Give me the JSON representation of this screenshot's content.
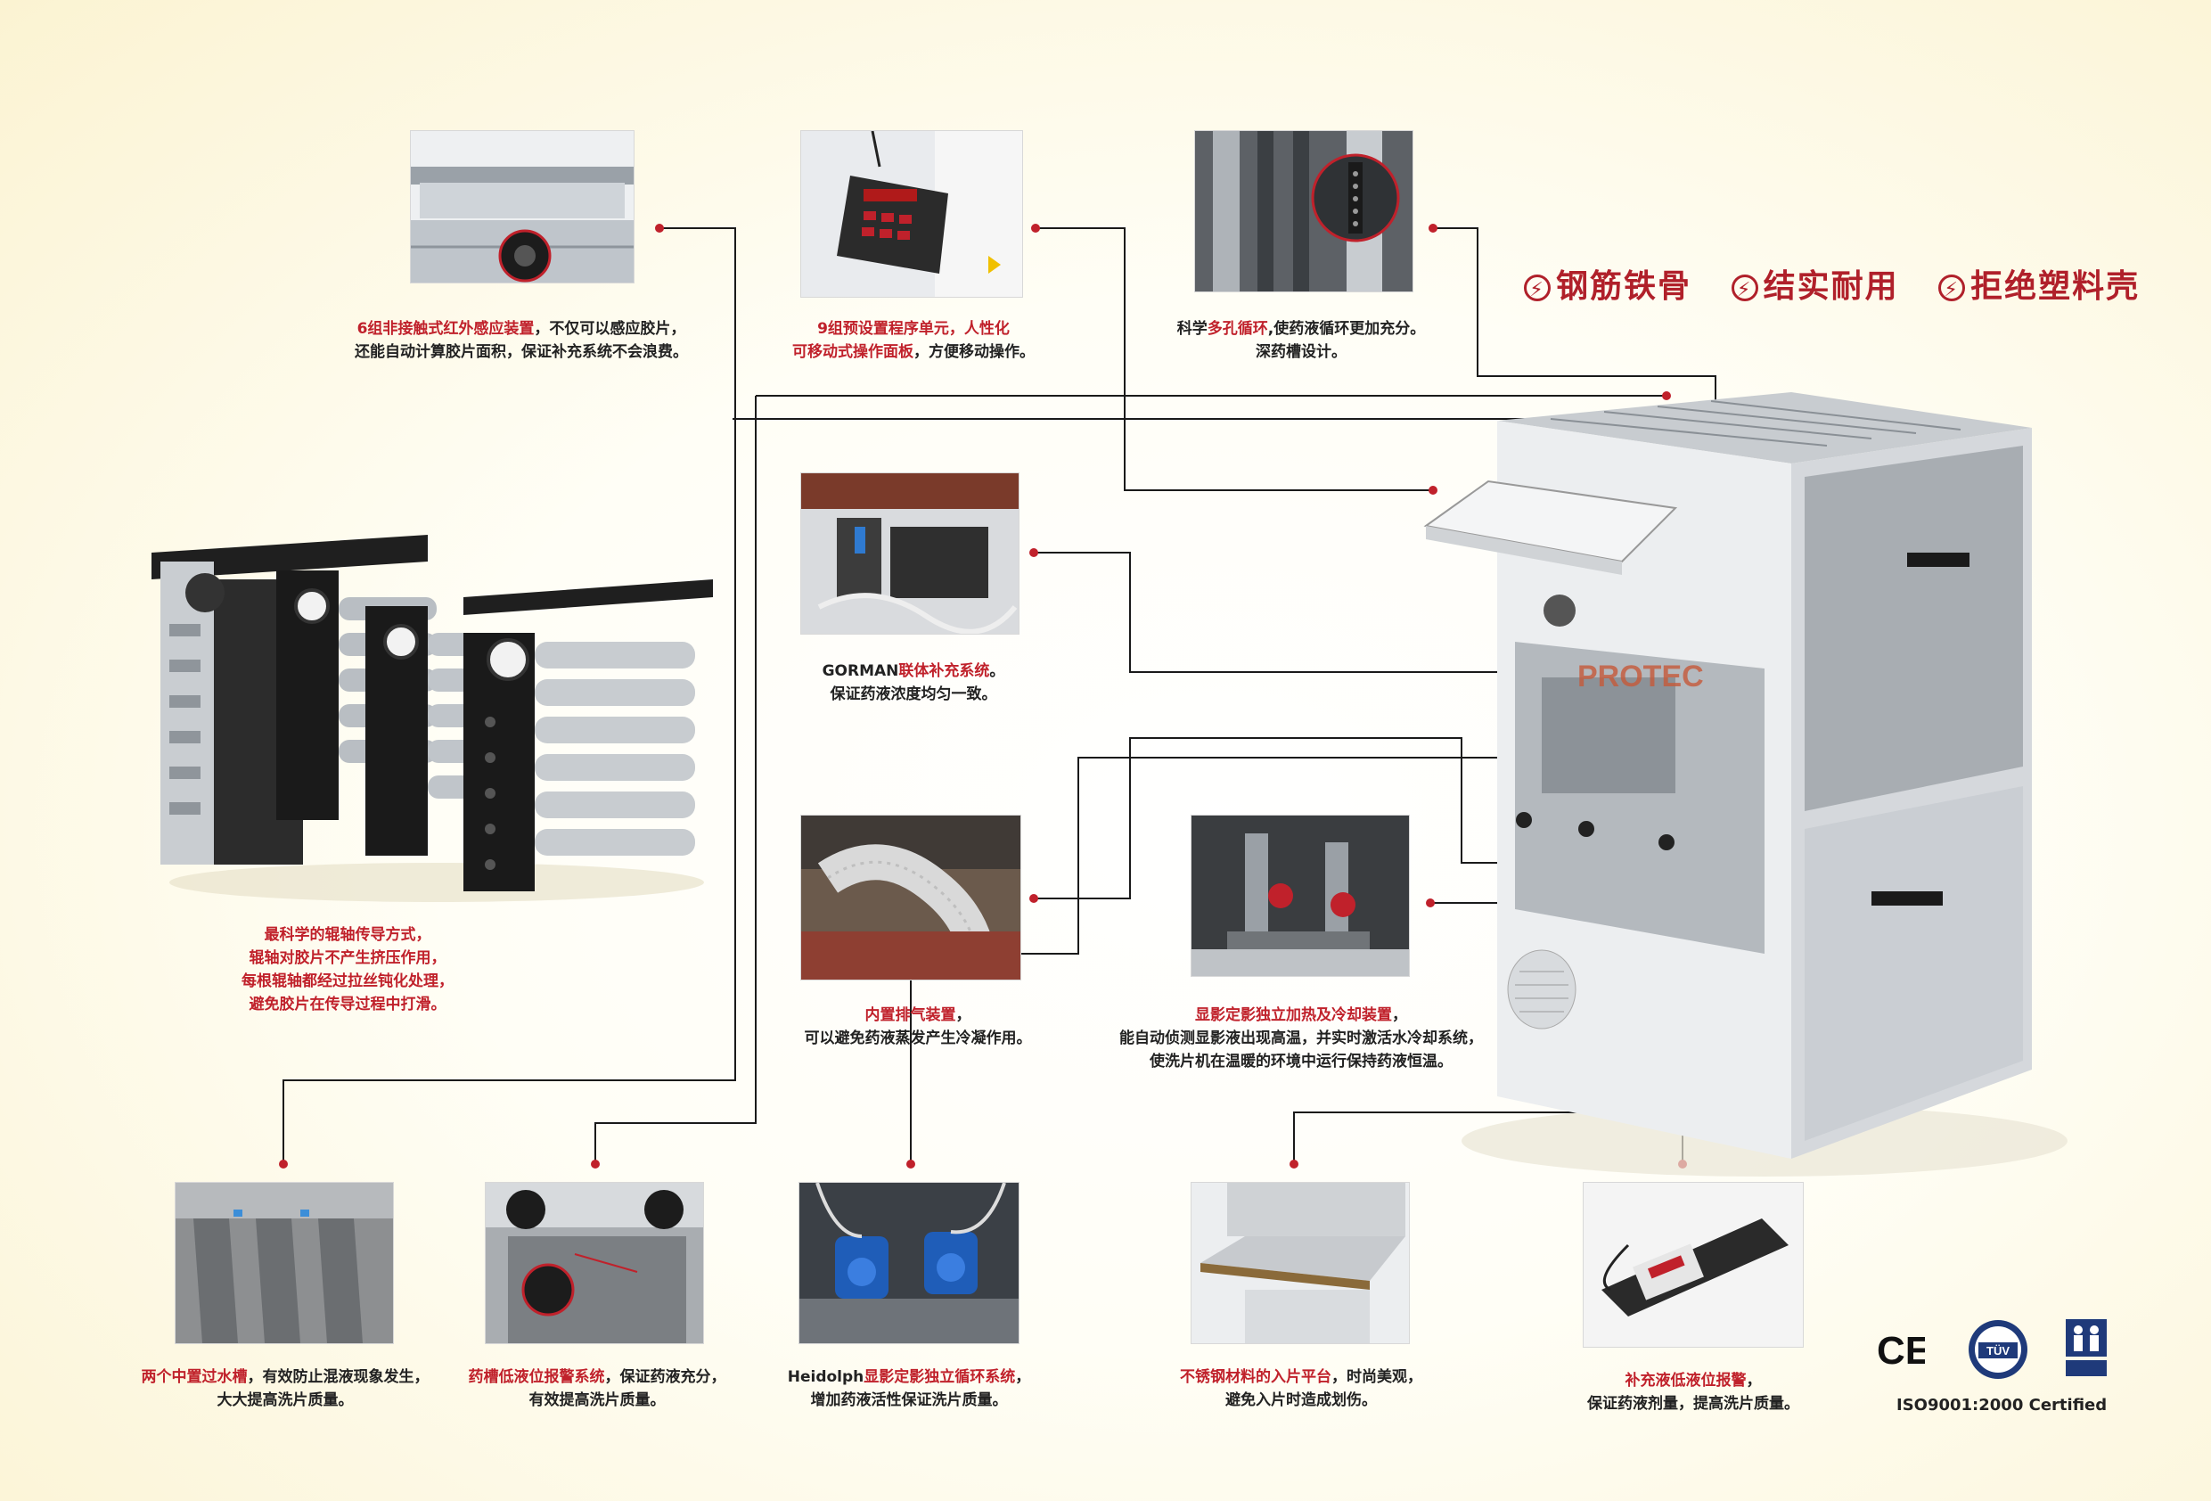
{
  "slogan": {
    "items": [
      "钢筋铁骨",
      "结实耐用",
      "拒绝塑料壳"
    ],
    "icon": "lightning-circle-icon",
    "color": "#b0202a"
  },
  "accent_color": "#c0212b",
  "features": {
    "ir_sensor": {
      "hl": "6组非接触式红外感应装置",
      "text1": "，不仅可以感应胶片，",
      "text2": "还能自动计算胶片面积，保证补充系统不会浪费。"
    },
    "control_panel": {
      "hl1": "9组预设置程序单元，人性化",
      "hl2": "可移动式操作面板",
      "text": "，方便移动操作。"
    },
    "multi_hole": {
      "pre": "科学",
      "hl": "多孔循环",
      "post": ",使药液循环更加充分。",
      "line2": "深药槽设计。"
    },
    "rollers": {
      "line1": "最科学的辊轴传导方式，",
      "line2": "辊轴对胶片不产生挤压作用，",
      "line3": "每根辊轴都经过拉丝钝化处理，",
      "line4": "避免胶片在传导过程中打滑。"
    },
    "gorman": {
      "pre": "GORMAN",
      "hl": "联体补充系统",
      "post": "。",
      "line2": "保证药液浓度均匀一致。"
    },
    "exhaust": {
      "hl": "内置排气装置",
      "post": "，",
      "line2": "可以避免药液蒸发产生冷凝作用。"
    },
    "heating": {
      "hl": "显影定影独立加热及冷却装置",
      "post": "，",
      "line2": "能自动侦测显影液出现高温，并实时激活水冷却系统，",
      "line3": "使洗片机在温暖的环境中运行保持药液恒温。"
    },
    "rinse_tank": {
      "hl": "两个中置过水槽",
      "post": "，有效防止混液现象发生，",
      "line2": "大大提高洗片质量。"
    },
    "tank_alarm": {
      "hl": "药槽低液位报警系统",
      "post": "，保证药液充分，",
      "line2": "有效提高洗片质量。"
    },
    "heidolph": {
      "pre": "Heidolph",
      "hl": "显影定影独立循环系统",
      "post": "，",
      "line2": "增加药液活性保证洗片质量。"
    },
    "feed_tray": {
      "hl": "不锈钢材料的入片平台",
      "post": "，时尚美观，",
      "line2": "避免入片时造成划伤。"
    },
    "replenish_alarm": {
      "hl": "补充液低液位报警",
      "post": "，",
      "line2": "保证药液剂量，提高洗片质量。"
    }
  },
  "machine": {
    "brand_mark": "PROTEC"
  },
  "certifications": {
    "icons": [
      "ce-mark-icon",
      "tuv-mark-icon",
      "dvgw-mark-icon"
    ],
    "ce_label": "CE",
    "tuv_label": "TÜV",
    "iso": "ISO9001:2000 Certified"
  }
}
